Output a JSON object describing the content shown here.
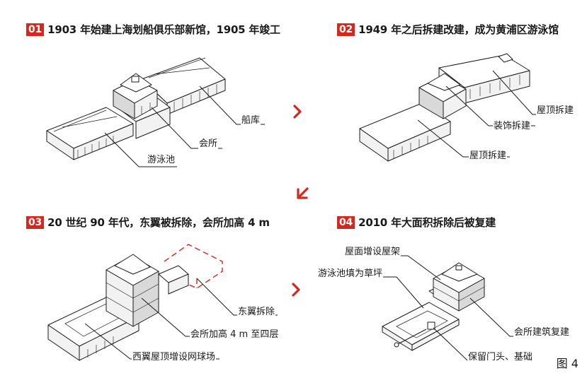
{
  "panels": [
    {
      "number": "01",
      "title": "1903 年始建上海划船俱乐部新馆，1905 年竣工",
      "labels": {
        "boathouse": "船库",
        "clubhouse": "会所",
        "pool": "游泳池"
      }
    },
    {
      "number": "02",
      "title": "1949 年之后拆建改建，成为黄浦区游泳馆",
      "labels": {
        "roof_right": "屋顶拆建",
        "decor": "装饰拆建",
        "roof_left": "屋顶拆建"
      }
    },
    {
      "number": "03",
      "title": "20 世纪 90 年代，东翼被拆除，会所加高 4 m",
      "labels": {
        "east_wing": "东翼拆除",
        "club_raised": "会所加高 4 m 至四层",
        "west_roof": "西翼屋顶增设网球场"
      }
    },
    {
      "number": "04",
      "title": "2010 年大面积拆除后被复建",
      "labels": {
        "roof_frame": "屋面增设屋架",
        "pool_lawn": "游泳池填为草坪",
        "club_rebuilt": "会所建筑复建",
        "keep_gate": "保留门头、基础"
      }
    }
  ],
  "figure_label": "图 4",
  "colors": {
    "accent": "#d7261e",
    "line": "#1a1a1a"
  }
}
